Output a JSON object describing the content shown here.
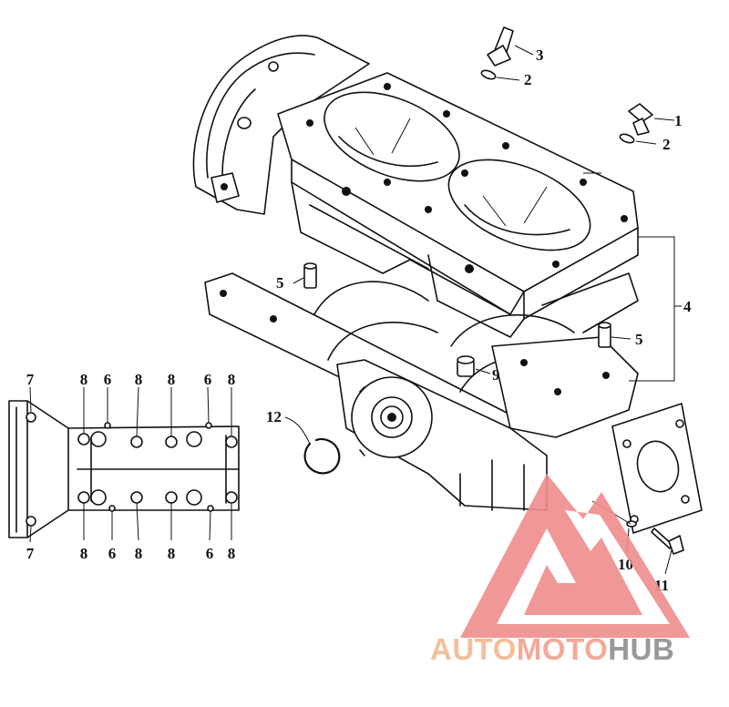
{
  "callouts": {
    "c1": "1",
    "c2a": "2",
    "c2b": "2",
    "c3": "3",
    "c4": "4",
    "c5a": "5",
    "c5b": "5",
    "c9": "9",
    "c10": "10",
    "c11": "11",
    "c12": "12"
  },
  "bottom_view": {
    "top_labels": [
      "7",
      "8",
      "6",
      "8",
      "8",
      "6",
      "8"
    ],
    "bottom_labels": [
      "7",
      "8",
      "6",
      "8",
      "8",
      "6",
      "8"
    ]
  },
  "watermark": {
    "part1": "AUTO",
    "part2": "MOTO",
    "part3": "HUB",
    "color_auto": "#f3b98e",
    "color_moto": "#f2a08f",
    "color_hub": "#8f8f8f",
    "logo_color": "#ef8c8c"
  }
}
